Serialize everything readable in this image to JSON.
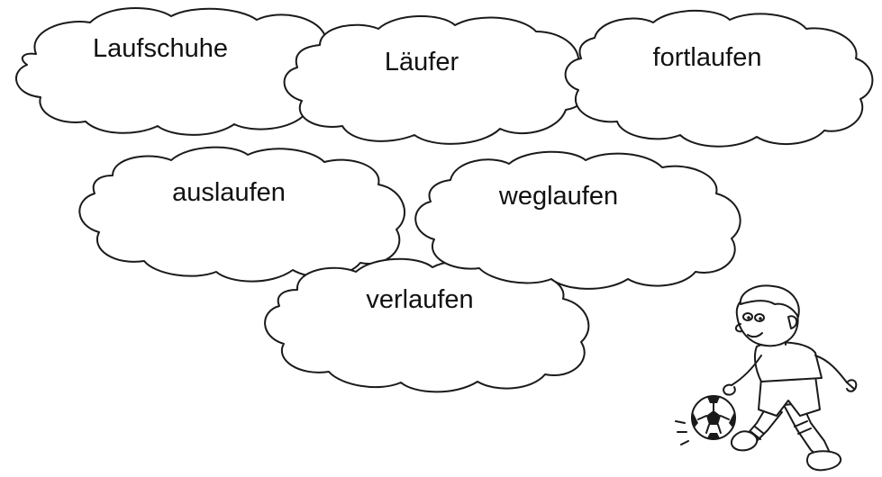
{
  "clouds": [
    {
      "id": "laufschuhe",
      "word": "Laufschuhe"
    },
    {
      "id": "laeufer",
      "word": "Läufer"
    },
    {
      "id": "fortlaufen",
      "word": "fortlaufen"
    },
    {
      "id": "auslaufen",
      "word": "auslaufen"
    },
    {
      "id": "weglaufen",
      "word": "weglaufen"
    },
    {
      "id": "verlaufen",
      "word": "verlaufen"
    }
  ],
  "illustration": {
    "subject": "boy-kicking-soccer-ball",
    "ink_color": "#1a1a1a",
    "paper_color": "#ffffff"
  }
}
